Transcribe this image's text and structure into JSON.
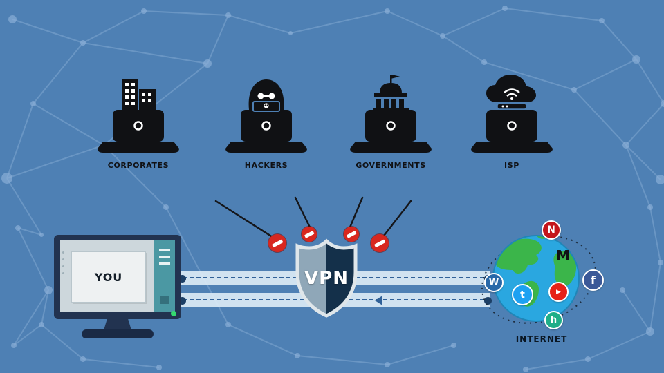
{
  "colors": {
    "background": "#4e80b4",
    "mesh": "#8db1d8",
    "ink": "#101114",
    "sign": "#d8271f",
    "tunnel": "#dcebf6",
    "dash": "#2e5f96",
    "shield-light": "#8fa7b8",
    "shield-dark": "#14304a",
    "shield-rim": "#dfe6ea",
    "ocean": "#2aa7e0",
    "land": "#3bb54a",
    "frame": "#223350",
    "screen": "#cdd7dc",
    "strip": "#4b98a3",
    "stand": "#1a2a45",
    "power": "#35d96f"
  },
  "threats": [
    {
      "id": "corporates",
      "label": "CORPORATES",
      "icon": "buildings-icon"
    },
    {
      "id": "hackers",
      "label": "HACKERS",
      "icon": "hacker-icon"
    },
    {
      "id": "governments",
      "label": "GOVERNMENTS",
      "icon": "government-building-icon"
    },
    {
      "id": "isp",
      "label": "ISP",
      "icon": "cloud-router-icon"
    }
  ],
  "you": {
    "label": "YOU"
  },
  "vpn": {
    "label": "VPN"
  },
  "internet": {
    "label": "INTERNET",
    "services": [
      {
        "name": "netflix",
        "glyph": "N",
        "bg": "#c4161c",
        "fg": "#ffffff"
      },
      {
        "name": "medium",
        "glyph": "M",
        "bg": "transparent",
        "fg": "#101114"
      },
      {
        "name": "wordpress",
        "glyph": "W",
        "bg": "#2868a8",
        "fg": "#ffffff"
      },
      {
        "name": "twitter",
        "glyph": "t",
        "bg": "#1da1f2",
        "fg": "#ffffff"
      },
      {
        "name": "youtube",
        "glyph": "▶",
        "bg": "#e62117",
        "fg": "#ffffff"
      },
      {
        "name": "facebook",
        "glyph": "f",
        "bg": "#3b5998",
        "fg": "#ffffff"
      },
      {
        "name": "hangouts",
        "glyph": "h",
        "bg": "#1fae88",
        "fg": "#ffffff"
      }
    ]
  }
}
